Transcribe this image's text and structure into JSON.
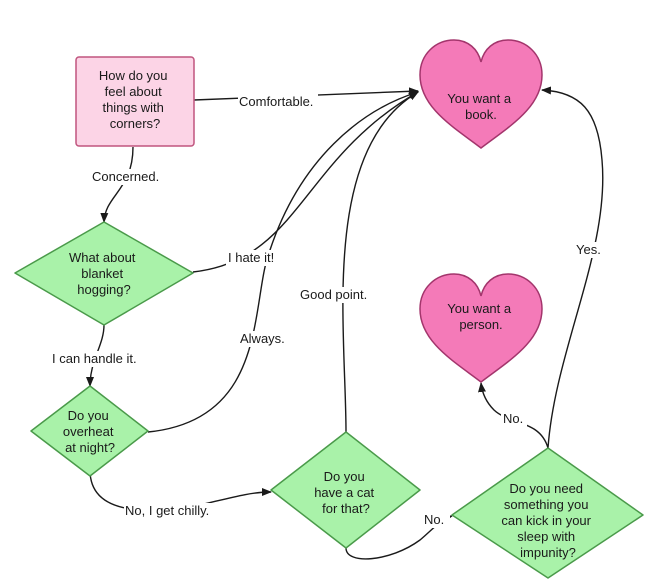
{
  "colors": {
    "question_fill": "#a9f2a9",
    "question_stroke": "#4a9a4a",
    "start_fill": "#fcd4e6",
    "start_stroke": "#c0557e",
    "heart_fill": "#f47ab8",
    "heart_stroke": "#a3356c",
    "edge": "#1a1a1a"
  },
  "nodes": {
    "start": {
      "lines": [
        "How do you",
        "feel about",
        "things with",
        "corners?"
      ]
    },
    "book": {
      "lines": [
        "You want a",
        "book."
      ]
    },
    "person": {
      "lines": [
        "You want a",
        "person."
      ]
    },
    "blanket": {
      "lines": [
        "What about",
        "blanket",
        "hogging?"
      ]
    },
    "overheat": {
      "lines": [
        "Do you",
        "overheat",
        "at night?"
      ]
    },
    "cat": {
      "lines": [
        "Do you",
        "have a cat",
        "for that?"
      ]
    },
    "kick": {
      "lines": [
        "Do you need",
        "something you",
        "can kick in your",
        "sleep with",
        "impunity?"
      ]
    }
  },
  "edges": {
    "comfortable": "Comfortable.",
    "concerned": "Concerned.",
    "hate_it": "I hate it!",
    "handle_it": "I can handle it.",
    "always": "Always.",
    "good_point": "Good point.",
    "chilly": "No, I get chilly.",
    "no_cat": "No.",
    "no_kick": "No.",
    "yes_kick": "Yes."
  }
}
